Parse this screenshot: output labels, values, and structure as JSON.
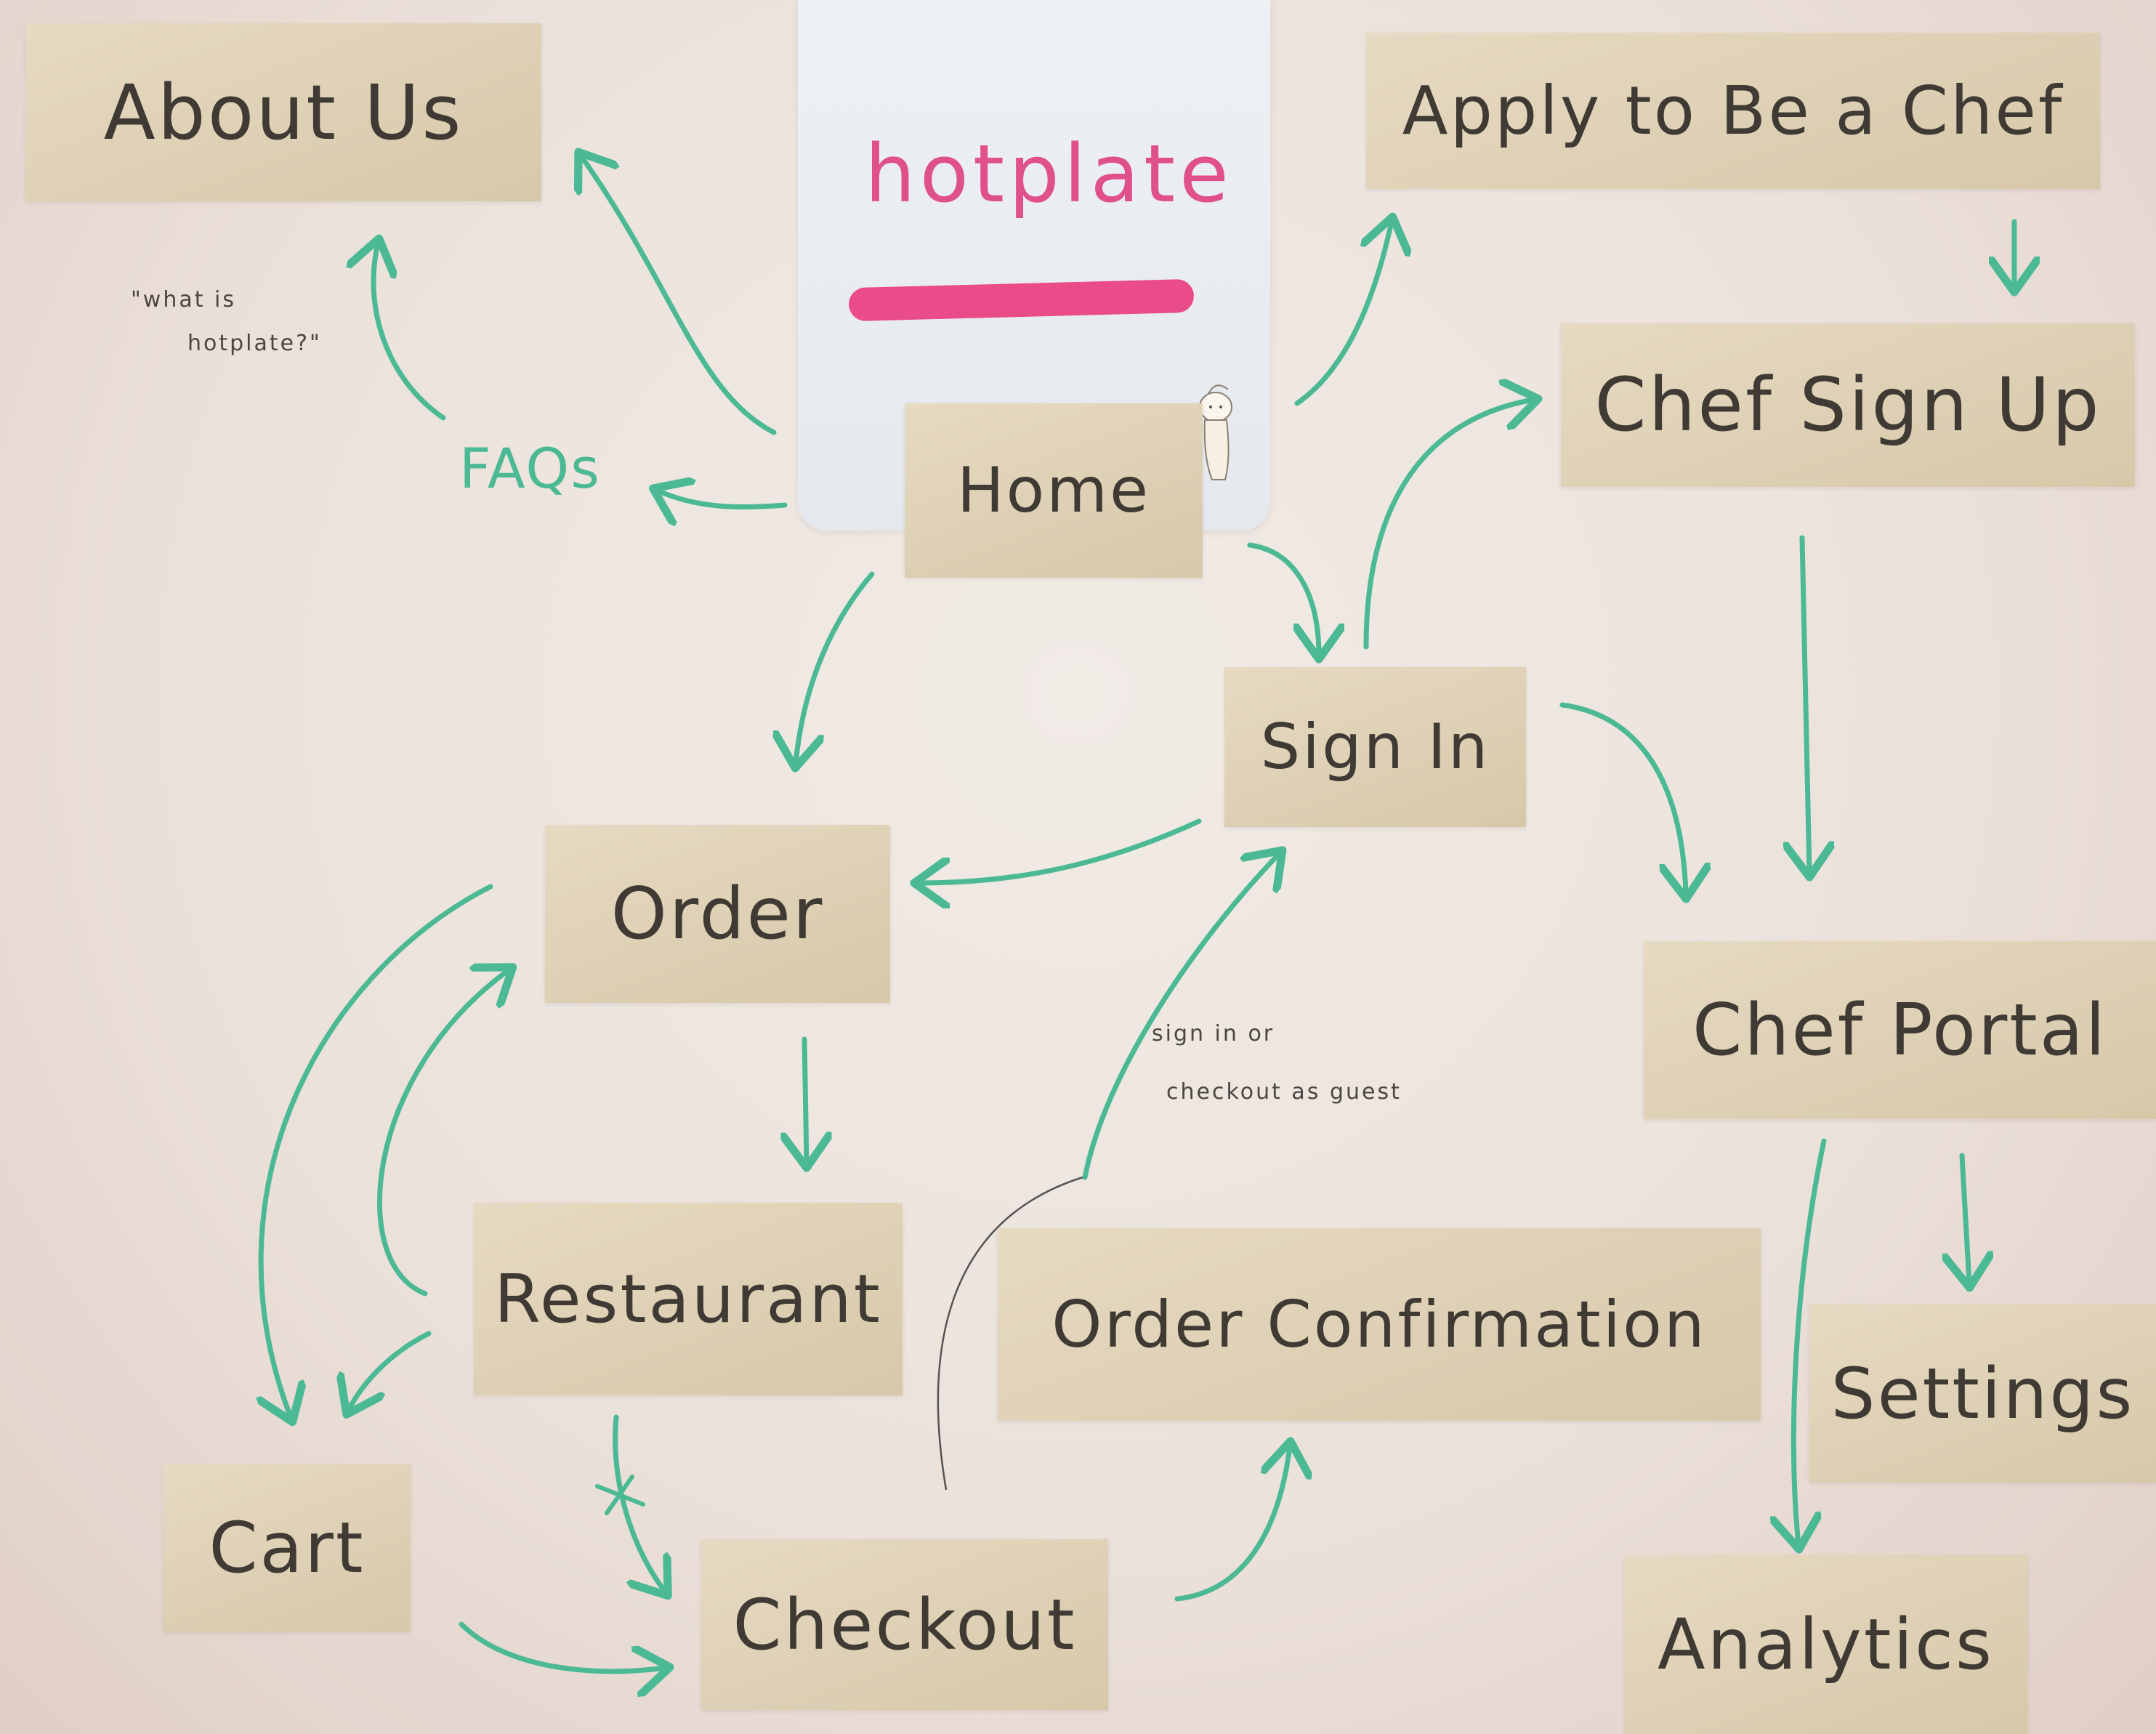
{
  "card": {
    "title": "hotplate"
  },
  "nodes": {
    "about_us": "About Us",
    "apply_chef": "Apply to Be a Chef",
    "chef_sign_up": "Chef Sign Up",
    "home": "Home",
    "sign_in": "Sign In",
    "order": "Order",
    "chef_portal": "Chef Portal",
    "restaurant": "Restaurant",
    "order_confirmation": "Order Confirmation",
    "settings": "Settings",
    "cart": "Cart",
    "checkout": "Checkout",
    "analytics": "Analytics"
  },
  "labels": {
    "faqs": "FAQs"
  },
  "annotations": {
    "faq_note_line1": "\"what is",
    "faq_note_line2": "hotplate?\"",
    "guest_line1": "sign in or",
    "guest_line2": "checkout as guest"
  },
  "colors": {
    "arrow": "#4cb995",
    "accent": "#ea4c89",
    "note": "#ddcfb3",
    "ink": "#3f3a33",
    "pencil": "#555555"
  },
  "icons": [
    "chef-mascot-icon"
  ]
}
